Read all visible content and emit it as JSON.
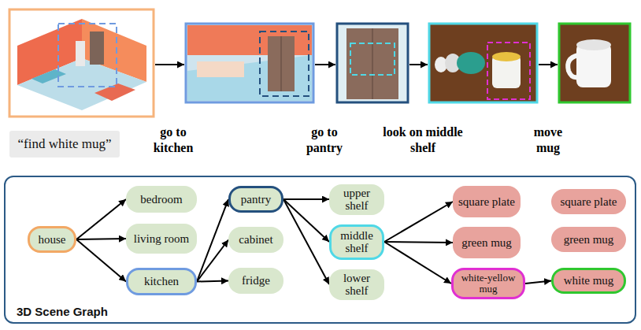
{
  "diagram": {
    "nodes": [
      {
        "text": [
          "“find white mug”"
        ]
      },
      {
        "text": [
          "3D Scene Graph"
        ]
      },
      {
        "text": [
          "house"
        ],
        "in": 1
      },
      {
        "text": [
          "bedroom"
        ],
        "in": 1
      },
      {
        "text": [
          "living room"
        ],
        "in": 1
      },
      {
        "text": [
          "kitchen"
        ],
        "in": 1
      },
      {
        "text": [
          "pantry"
        ],
        "in": 1
      },
      {
        "text": [
          "cabinet"
        ],
        "in": 1
      },
      {
        "text": [
          "fridge"
        ],
        "in": 1
      },
      {
        "text": [
          "upper shelf"
        ],
        "in": 1
      },
      {
        "text": [
          "middle shelf"
        ],
        "in": 1
      },
      {
        "text": [
          "lower shelf"
        ],
        "in": 1
      },
      {
        "text": [
          "square plate"
        ],
        "in": 1
      },
      {
        "text": [
          "green mug"
        ],
        "in": 1
      },
      {
        "text": [
          "white-yellow mug"
        ],
        "in": 1
      },
      {
        "text": [
          "square plate"
        ],
        "in": 1
      },
      {
        "text": [
          "green mug"
        ],
        "in": 1
      },
      {
        "text": [
          "white mug"
        ],
        "in": 1
      }
    ],
    "edges": [
      {
        "from": 2,
        "to": 3,
        "arrow": "to"
      },
      {
        "from": 2,
        "to": 4,
        "arrow": "to"
      },
      {
        "from": 2,
        "to": 5,
        "arrow": "to"
      },
      {
        "from": 5,
        "to": 6,
        "arrow": "to"
      },
      {
        "from": 5,
        "to": 7,
        "arrow": "to"
      },
      {
        "from": 5,
        "to": 8,
        "arrow": "to"
      },
      {
        "from": 6,
        "to": 9,
        "arrow": "to"
      },
      {
        "from": 6,
        "to": 10,
        "arrow": "to"
      },
      {
        "from": 6,
        "to": 11,
        "arrow": "to"
      },
      {
        "from": 10,
        "to": 12,
        "arrow": "to"
      },
      {
        "from": 10,
        "to": 13,
        "arrow": "to"
      },
      {
        "from": 10,
        "to": 14,
        "arrow": "to"
      },
      {
        "from": 14,
        "to": 17,
        "arrow": "to"
      }
    ],
    "labels": [
      "go to kitchen",
      "go to pantry",
      "look on middle shelf",
      "move mug"
    ]
  }
}
